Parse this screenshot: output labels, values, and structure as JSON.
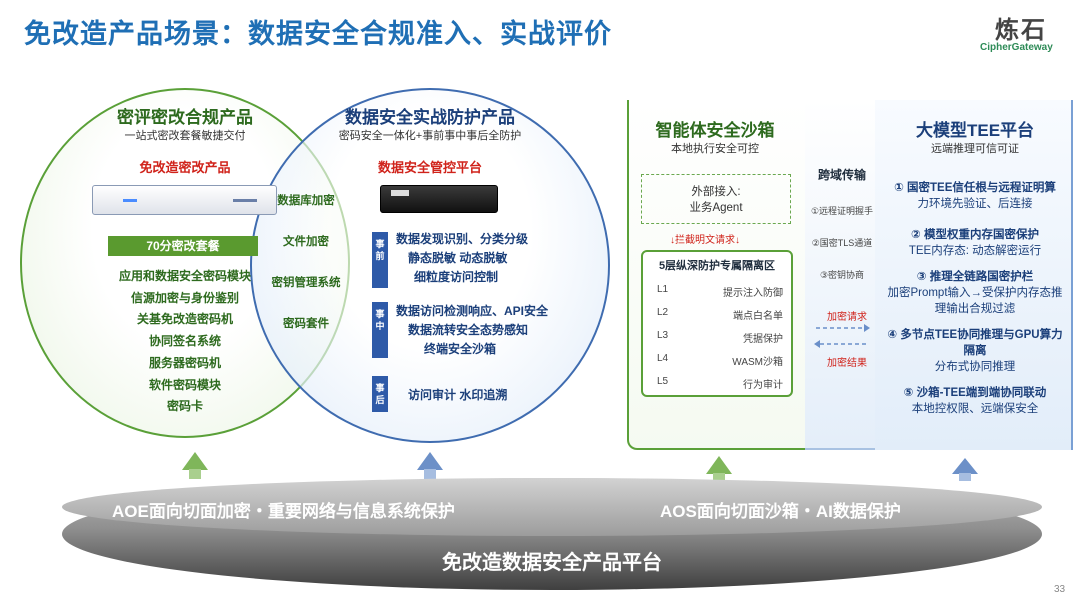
{
  "header": {
    "title": "免改造产品场景：数据安全合规准入、实战评价",
    "logo_cn": "炼石",
    "logo_en": "CipherGateway"
  },
  "left_circle": {
    "title": "密评密改合规产品",
    "subtitle": "一站式密改套餐敏捷交付",
    "product": "免改造密改产品",
    "package": "70分密改套餐",
    "items": [
      "应用和数据安全密码模块",
      "信源加密与身份鉴别",
      "关基免改造密码机",
      "协同签名系统",
      "服务器密码机",
      "软件密码模块",
      "密码卡"
    ]
  },
  "overlap": {
    "items": [
      "数据库加密",
      "文件加密",
      "密钥管理系统",
      "密码套件"
    ]
  },
  "mid_circle": {
    "title": "数据安全实战防护产品",
    "subtitle": "密码安全一体化+事前事中事后全防护",
    "product": "数据安全管控平台",
    "phases": [
      {
        "label": "事前",
        "lines": [
          "数据发现识别、分类分级",
          "静态脱敏    动态脱敏",
          "细粒度访问控制"
        ]
      },
      {
        "label": "事中",
        "lines": [
          "数据访问检测响应、API安全",
          "数据流转安全态势感知",
          "终端安全沙箱"
        ]
      },
      {
        "label": "事后",
        "lines": [
          "访问审计    水印追溯"
        ]
      }
    ]
  },
  "sandbox": {
    "title": "智能体安全沙箱",
    "subtitle": "本地执行安全可控",
    "external": [
      "外部接入:",
      "业务Agent"
    ],
    "intercept": "↓拦截明文请求↓",
    "layer_title": "5层纵深防护专属隔离区",
    "layers": [
      {
        "id": "L1",
        "name": "提示注入防御"
      },
      {
        "id": "L2",
        "name": "端点白名单"
      },
      {
        "id": "L3",
        "name": "凭据保护"
      },
      {
        "id": "L4",
        "name": "WASM沙箱"
      },
      {
        "id": "L5",
        "name": "行为审计"
      }
    ]
  },
  "transfer": {
    "title": "跨域传输",
    "steps": [
      "①远程证明握手",
      "②国密TLS通道",
      "③密钥协商"
    ],
    "encrypt_request": "加密请求",
    "encrypt_result": "加密结果"
  },
  "tee": {
    "title": "大模型TEE平台",
    "subtitle": "远端推理可信可证",
    "items": [
      {
        "head": "① 国密TEE信任根与远程证明算",
        "body": "力环境先验证、后连接"
      },
      {
        "head": "② 模型权重内存国密保护",
        "body": "TEE内存态: 动态解密运行"
      },
      {
        "head": "③ 推理全链路国密护栏",
        "body": "加密Prompt输入→受保护内存态推理输出合规过滤"
      },
      {
        "head": "④ 多节点TEE协同推理与GPU算力隔离",
        "body": "分布式协同推理"
      },
      {
        "head": "⑤ 沙箱-TEE端到端协同联动",
        "body": "本地控权限、远端保安全"
      }
    ]
  },
  "platform": {
    "left_label": "AOE面向切面加密・重要网络与信息系统保护",
    "right_label": "AOS面向切面沙箱・AI数据保护",
    "bottom_label": "免改造数据安全产品平台"
  },
  "page_number": "33",
  "colors": {
    "title_blue": "#1f6fb5",
    "green": "#5aa038",
    "dark_blue": "#1b3f7a",
    "red": "#d0231b"
  }
}
